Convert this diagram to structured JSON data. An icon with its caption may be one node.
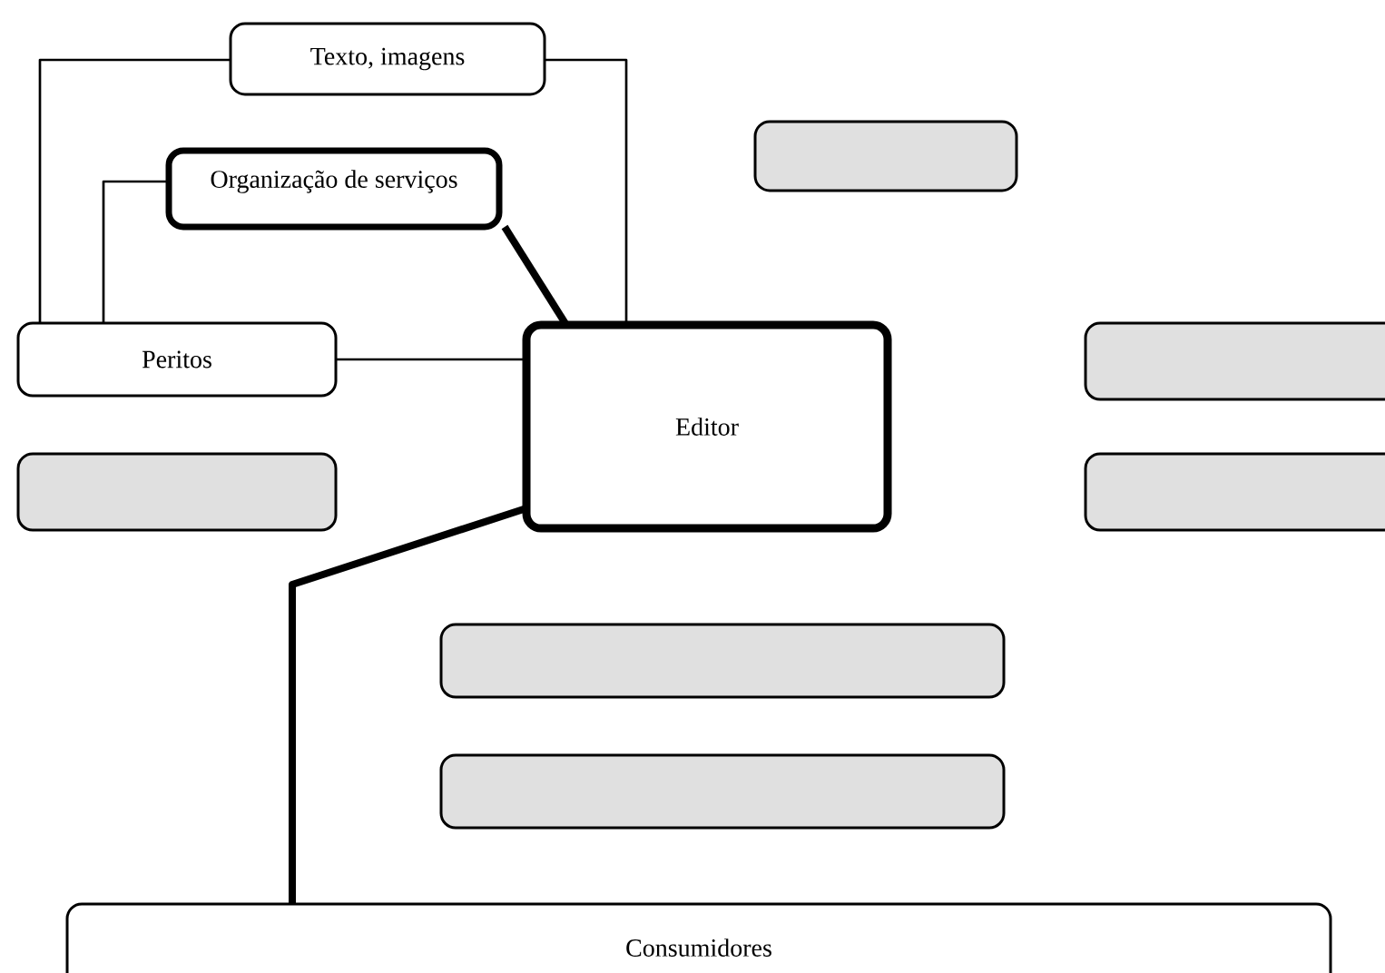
{
  "diagram": {
    "nodes": [
      {
        "text": [
          "Texto, imagens"
        ]
      },
      {
        "text": [
          "Organização de serviços"
        ]
      },
      {
        "text": [],
        "shape": "box"
      },
      {
        "text": [
          "Peritos"
        ]
      },
      {
        "text": [
          "Editor"
        ]
      },
      {
        "text": [],
        "shape": "box"
      },
      {
        "text": [],
        "shape": "box"
      },
      {
        "text": [],
        "shape": "box"
      },
      {
        "text": [],
        "shape": "box"
      },
      {
        "text": [],
        "shape": "box"
      },
      {
        "text": [
          "Consumidores"
        ]
      }
    ],
    "edges": [
      {
        "from": 0,
        "to": 3,
        "arrow": "none"
      },
      {
        "from": 0,
        "to": 4,
        "arrow": "none"
      },
      {
        "from": 1,
        "to": 3,
        "arrow": "none"
      },
      {
        "from": 1,
        "to": 4,
        "arrow": "none",
        "style": "thick"
      },
      {
        "from": 3,
        "to": 4,
        "arrow": "none"
      },
      {
        "from": 4,
        "to": 10,
        "arrow": "none",
        "style": "thick"
      }
    ]
  }
}
